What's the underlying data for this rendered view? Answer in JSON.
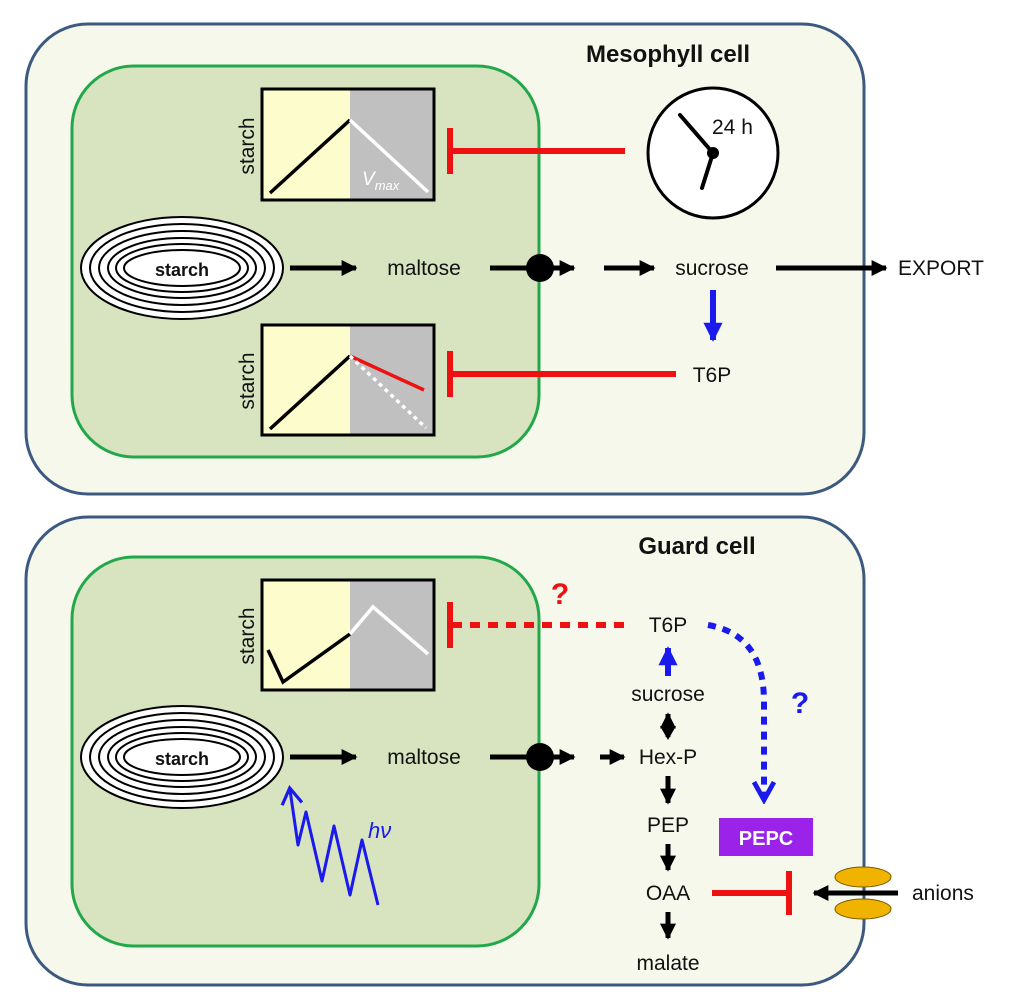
{
  "mesophyll": {
    "title": "Mesophyll cell",
    "starch_granule": "starch",
    "plot_top_ylabel": "starch",
    "plot_top_rate_label": "V",
    "plot_top_rate_sub": "max",
    "plot_bottom_ylabel": "starch",
    "clock_label": "24 h",
    "maltose": "maltose",
    "sucrose": "sucrose",
    "export": "EXPORT",
    "t6p": "T6P"
  },
  "guard": {
    "title": "Guard cell",
    "starch_granule": "starch",
    "plot_ylabel": "starch",
    "question_red": "?",
    "question_blue": "?",
    "t6p": "T6P",
    "sucrose": "sucrose",
    "maltose": "maltose",
    "hexp": "Hex-P",
    "pep": "PEP",
    "oaa": "OAA",
    "malate": "malate",
    "pepc": "PEPC",
    "anions": "anions",
    "light": "hν"
  },
  "colors": {
    "cell_fill": "#f7f8ec",
    "cell_stroke": "#3c5a80",
    "chloroplast_fill": "#d8e3c0",
    "chloroplast_stroke": "#22a84a",
    "plot_light": "#fdfccd",
    "plot_dark": "#c0c0c0",
    "inhibit": "#ee1111",
    "activate": "#1a1aee",
    "pepc": "#9b22e8",
    "channel": "#f0b400"
  }
}
